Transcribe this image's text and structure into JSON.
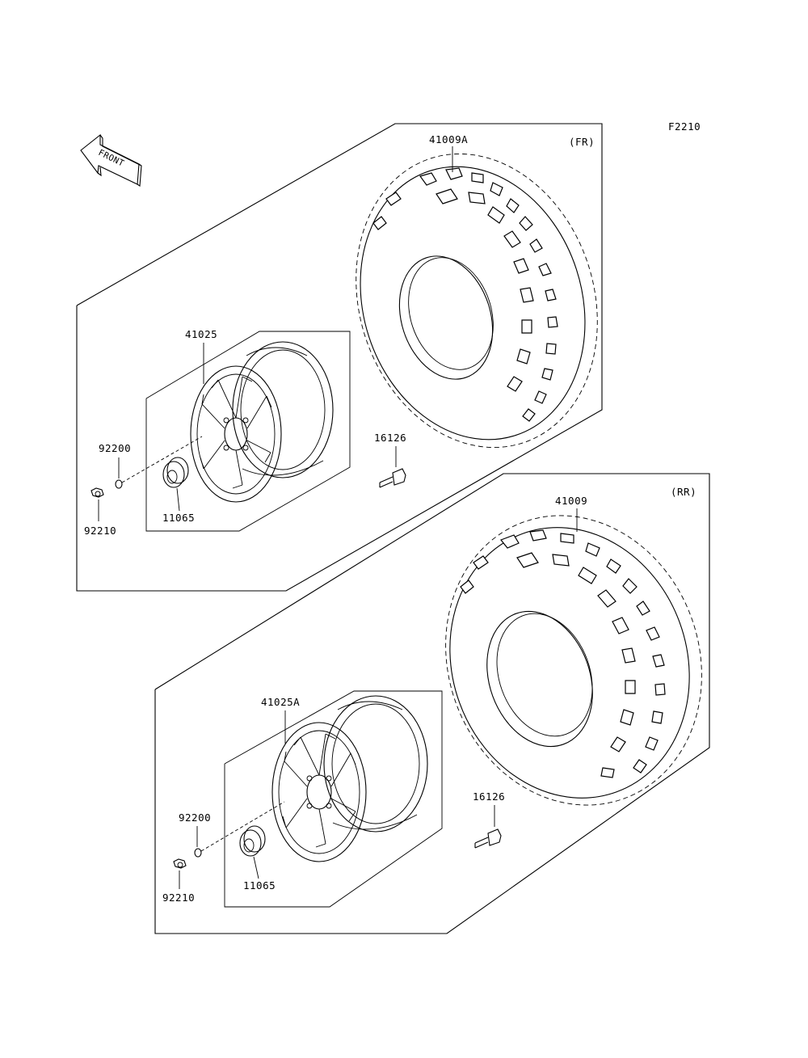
{
  "diagram": {
    "code": "F2210",
    "front_arrow": "FRONT",
    "groups": {
      "front": {
        "label": "(FR)"
      },
      "rear": {
        "label": "(RR)"
      }
    },
    "parts": {
      "tire_front": "41009A",
      "tire_rear": "41009",
      "wheel_front": "41025",
      "wheel_rear": "41025A",
      "valve_front": "16126",
      "valve_rear": "16126",
      "washer_front": "92200",
      "washer_rear": "92200",
      "nut_front": "92210",
      "nut_rear": "92210",
      "cap_front": "11065",
      "cap_rear": "11065"
    }
  }
}
